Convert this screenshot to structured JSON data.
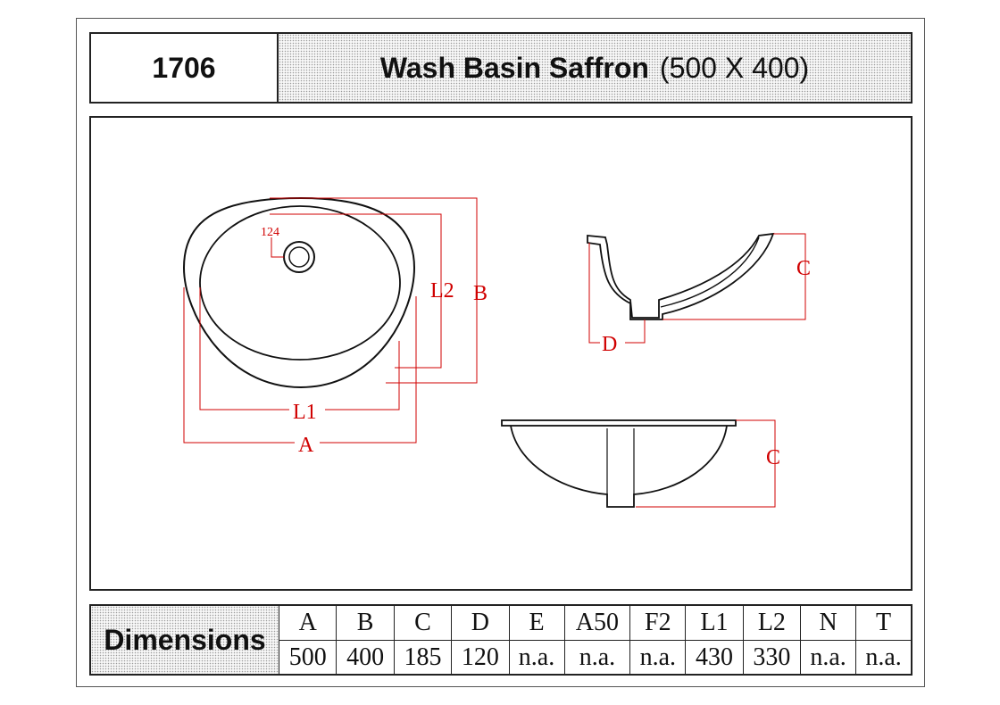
{
  "header": {
    "code": "1706",
    "title": "Wash Basin Saffron",
    "size": "(500 X 400)"
  },
  "diagram": {
    "labels": {
      "hole_dim": "124",
      "L2": "L2",
      "B": "B",
      "L1": "L1",
      "A": "A",
      "C_side": "C",
      "D": "D",
      "C_front": "C"
    },
    "line_color": "#d00000"
  },
  "dimensions": {
    "label": "Dimensions",
    "headers": [
      "A",
      "B",
      "C",
      "D",
      "E",
      "A50",
      "F2",
      "L1",
      "L2",
      "N",
      "T"
    ],
    "values": [
      "500",
      "400",
      "185",
      "120",
      "n.a.",
      "n.a.",
      "n.a.",
      "430",
      "330",
      "n.a.",
      "n.a."
    ]
  }
}
